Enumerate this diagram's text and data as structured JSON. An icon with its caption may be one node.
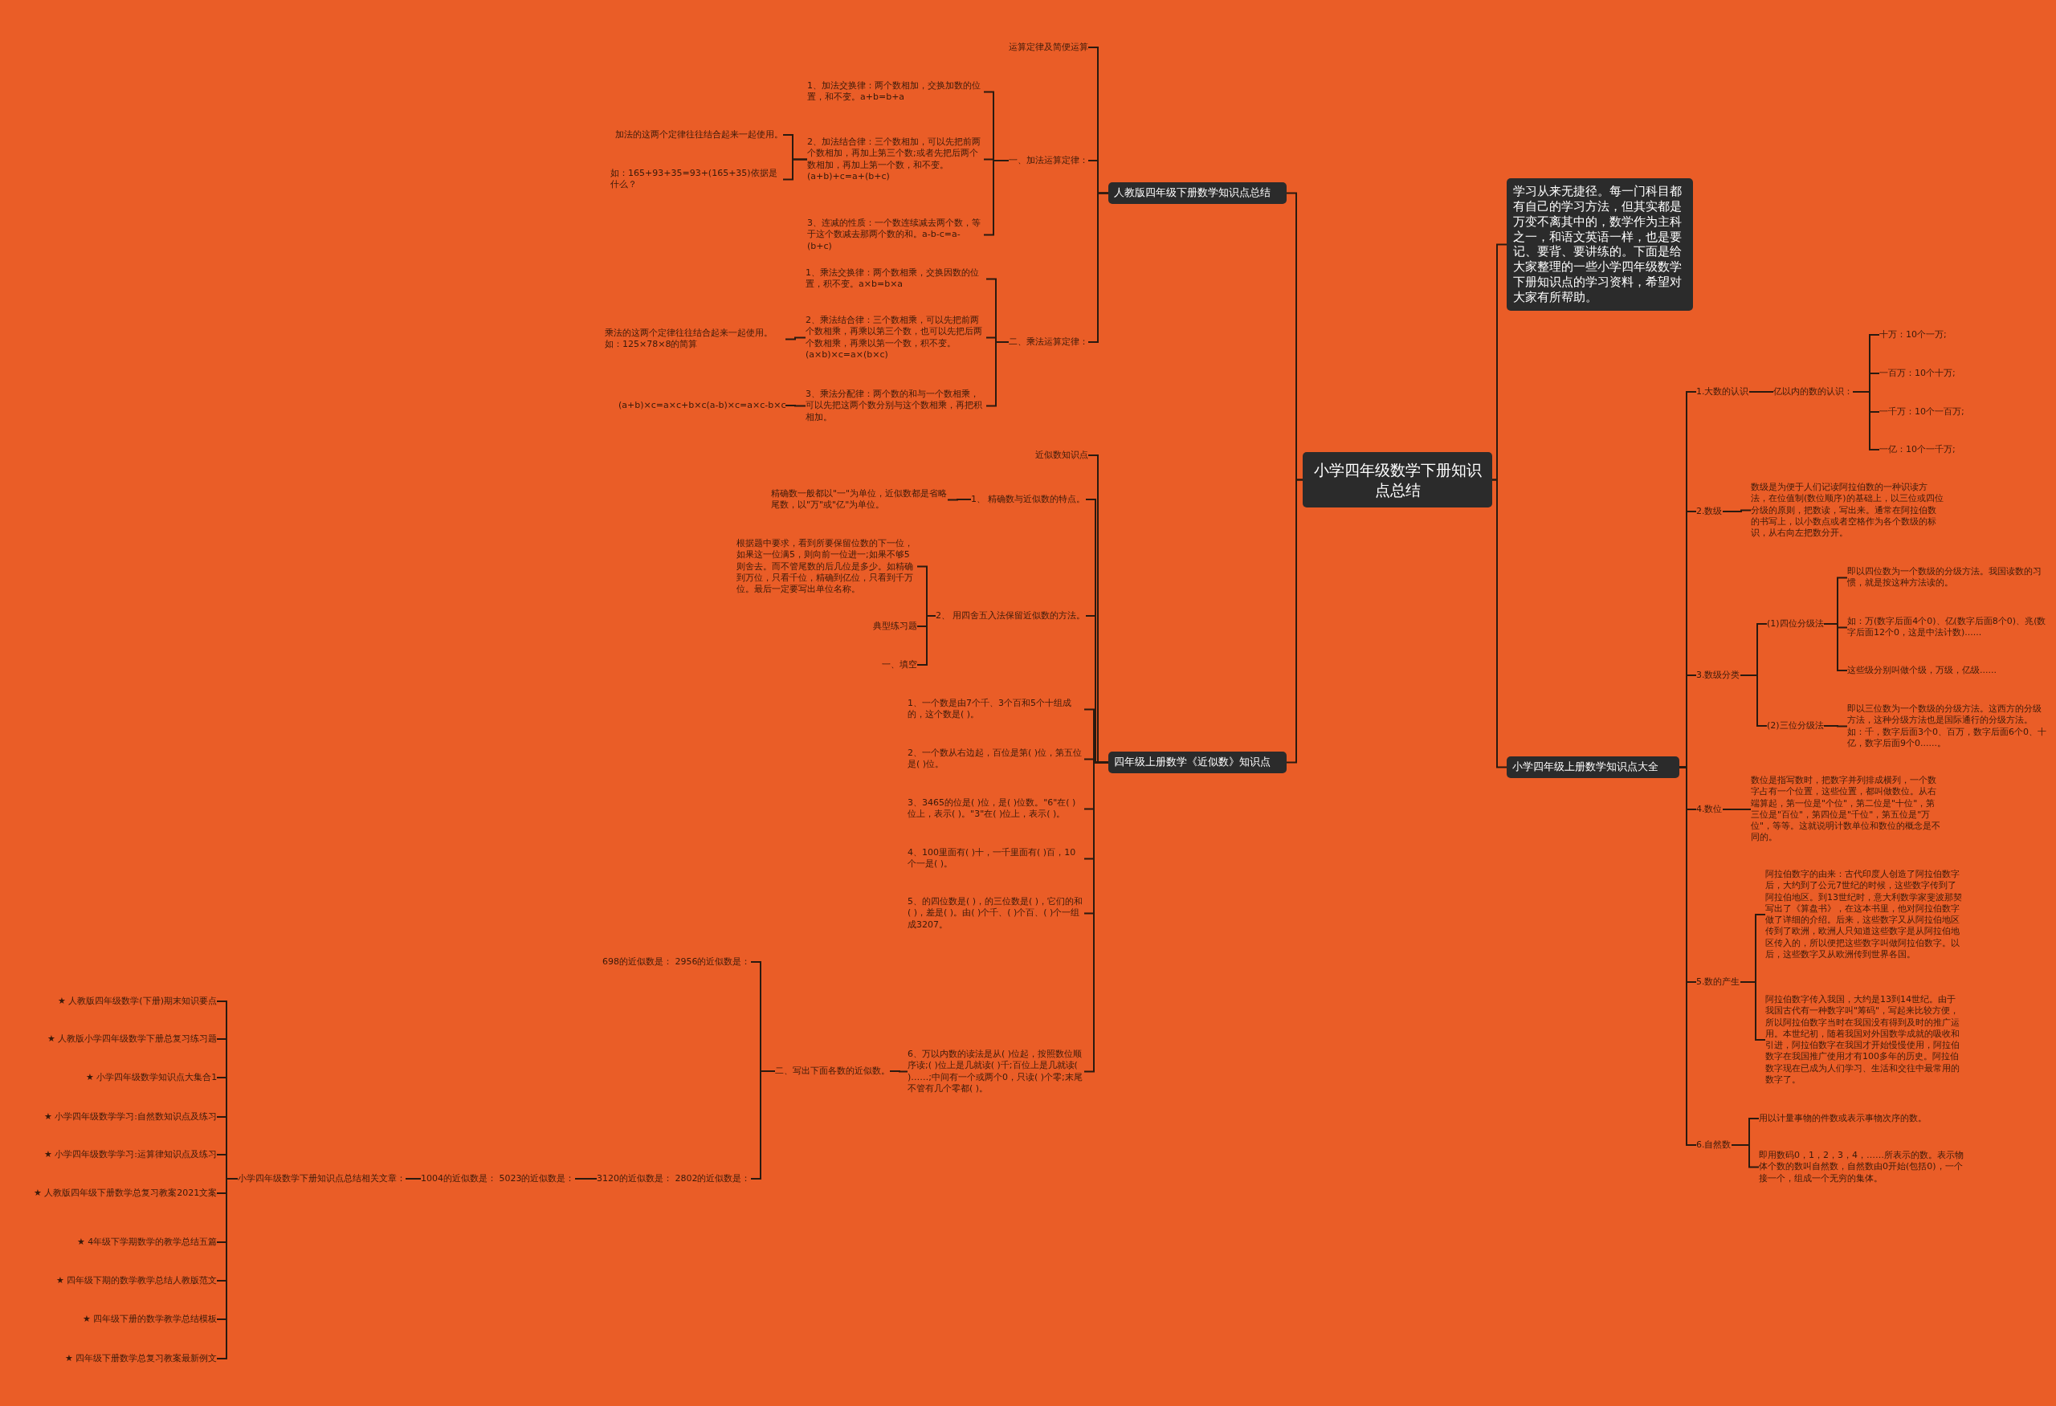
{
  "diagram": {
    "nodes": [
      {
        "text": [
          "小学四年级数学下册知识点总结"
        ]
      },
      {
        "text": [
          "学习从来无捷径。每一门科目都有自己的学习方法，但其实都是万变不离其中的，数学作为主科之一，和语文英语一样，也是要记、要背、要讲练的。下面是给大家整理的一些小学四年级数学下册知识点的学习资料，希望对大家有所帮助。"
        ]
      },
      {
        "text": [
          "小学四年级上册数学知识点大全"
        ]
      },
      {
        "text": [
          "1.大数的认识"
        ]
      },
      {
        "text": [
          "亿以内的数的认识："
        ]
      },
      {
        "text": [
          "十万：10个一万;"
        ]
      },
      {
        "text": [
          "一百万：10个十万;"
        ]
      },
      {
        "text": [
          "一千万：10个一百万;"
        ]
      },
      {
        "text": [
          "一亿：10个一千万;"
        ]
      },
      {
        "text": [
          "2.数级"
        ]
      },
      {
        "text": [
          "数级是为便于人们记读阿拉伯数的一种识读方法，在位值制(数位顺序)的基础上，以三位或四位分级的原则，把数读，写出来。通常在阿拉伯数的书写上，以小数点或者空格作为各个数级的标识，从右向左把数分开。"
        ]
      },
      {
        "text": [
          "3.数级分类"
        ]
      },
      {
        "text": [
          "(1)四位分级法"
        ]
      },
      {
        "text": [
          "即以四位数为一个数级的分级方法。我国读数的习惯，就是按这种方法读的。"
        ]
      },
      {
        "text": [
          "如：万(数字后面4个0)、亿(数字后面8个0)、兆(数字后面12个0，这是中法计数)......"
        ]
      },
      {
        "text": [
          "这些级分别叫做个级，万级，亿级......"
        ]
      },
      {
        "text": [
          "(2)三位分级法"
        ]
      },
      {
        "text": [
          "即以三位数为一个数级的分级方法。这西方的分级方法，这种分级方法也是国际通行的分级方法。如：千，数字后面3个0、百万，数字后面6个0、十亿，数字后面9个0......。"
        ]
      },
      {
        "text": [
          "4.数位"
        ]
      },
      {
        "text": [
          "数位是指写数时，把数字并列排成横列，一个数字占有一个位置，这些位置，都叫做数位。从右端算起，第一位是\"个位\"，第二位是\"十位\"，第三位是\"百位\"，第四位是\"千位\"，第五位是\"万位\"，等等。这就说明计数单位和数位的概念是不同的。"
        ]
      },
      {
        "text": [
          "5.数的产生"
        ]
      },
      {
        "text": [
          "阿拉伯数字的由来：古代印度人创造了阿拉伯数字后，大约到了公元7世纪的时候，这些数字传到了阿拉伯地区。到13世纪时，意大利数学家斐波那契写出了《算盘书》，在这本书里，他对阿拉伯数字做了详细的介绍。后来，这些数字又从阿拉伯地区传到了欧洲，欧洲人只知道这些数字是从阿拉伯地区传入的，所以便把这些数字叫做阿拉伯数字。以后，这些数字又从欧洲传到世界各国。"
        ]
      },
      {
        "text": [
          "阿拉伯数字传入我国，大约是13到14世纪。由于我国古代有一种数字叫\"筹码\"，写起来比较方便，所以阿拉伯数字当时在我国没有得到及时的推广运用。本世纪初，随着我国对外国数学成就的吸收和引进，阿拉伯数字在我国才开始慢慢使用，阿拉伯数字在我国推广使用才有100多年的历史。阿拉伯数字现在已成为人们学习、生活和交往中最常用的数字了。"
        ]
      },
      {
        "text": [
          "6.自然数"
        ]
      },
      {
        "text": [
          "用以计量事物的件数或表示事物次序的数。"
        ]
      },
      {
        "text": [
          "即用数码0，1，2，3，4，……所表示的数。表示物体个数的数叫自然数，自然数由0开始(包括0)，一个接一个，组成一个无穷的集体。"
        ]
      },
      {
        "text": [
          "人教版四年级下册数学知识点总结"
        ]
      },
      {
        "text": [
          "运算定律及简便运算"
        ]
      },
      {
        "text": [
          "一、加法运算定律："
        ]
      },
      {
        "text": [
          "1、加法交换律：两个数相加，交换加数的位置，和不变。a+b=b+a"
        ]
      },
      {
        "text": [
          "2、加法结合律：三个数相加，可以先把前两个数相加，再加上第三个数;或者先把后两个数相加，再加上第一个数，和不变。(a+b)+c=a+(b+c)"
        ]
      },
      {
        "text": [
          "加法的这两个定律往往结合起来一起使用。"
        ]
      },
      {
        "text": [
          "如：165+93+35=93+(165+35)依据是什么？"
        ]
      },
      {
        "text": [
          "3、连减的性质：一个数连续减去两个数，等于这个数减去那两个数的和。a-b-c=a-(b+c)"
        ]
      },
      {
        "text": [
          "二、乘法运算定律："
        ]
      },
      {
        "text": [
          "1、乘法交换律：两个数相乘，交换因数的位置，积不变。a×b=b×a"
        ]
      },
      {
        "text": [
          "2、乘法结合律：三个数相乘，可以先把前两个数相乘，再乘以第三个数，也可以先把后两个数相乘，再乘以第一个数，积不变。(a×b)×c=a×(b×c)"
        ]
      },
      {
        "text": [
          "乘法的这两个定律往往结合起来一起使用。如：125×78×8的简算"
        ]
      },
      {
        "text": [
          "3、乘法分配律：两个数的和与一个数相乘，可以先把这两个数分别与这个数相乘，再把积相加。"
        ]
      },
      {
        "text": [
          "(a+b)×c=a×c+b×c(a-b)×c=a×c-b×c"
        ]
      },
      {
        "text": [
          "四年级上册数学《近似数》知识点"
        ]
      },
      {
        "text": [
          "近似数知识点"
        ]
      },
      {
        "text": [
          "1、 精确数与近似数的特点。"
        ]
      },
      {
        "text": [
          "精确数一般都以\"一\"为单位，近似数都是省略尾数，以\"万\"或\"亿\"为单位。"
        ]
      },
      {
        "text": [
          "2、 用四舍五入法保留近似数的方法。"
        ]
      },
      {
        "text": [
          "根据题中要求，看到所要保留位数的下一位，如果这一位满5，则向前一位进一;如果不够5则舍去。而不管尾数的后几位是多少。如精确到万位，只看千位，精确到亿位，只看到千万位。最后一定要写出单位名称。"
        ]
      },
      {
        "text": [
          "典型练习题"
        ]
      },
      {
        "text": [
          "一、填空"
        ]
      },
      {
        "text": [
          "1、一个数是由7个千、3个百和5个十组成的，这个数是( )。"
        ]
      },
      {
        "text": [
          "2、一个数从右边起，百位是第( )位，第五位是( )位。"
        ]
      },
      {
        "text": [
          "3、3465的位是( )位，是( )位数。\"6\"在( )位上，表示( )。\"3\"在( )位上，表示( )。"
        ]
      },
      {
        "text": [
          "4、100里面有( )十，一千里面有( )百，10个一是( )。"
        ]
      },
      {
        "text": [
          "5、的四位数是( )，的三位数是( )，它们的和( )，差是( )。由( )个千、( )个百、( )个一组成3207。"
        ]
      },
      {
        "text": [
          "6、万以内数的读法是从( )位起，按照数位顺序读;( )位上是几就读( )千;百位上是几就读( )……;中间有一个或两个0，只读( )个零;末尾不管有几个零都( )。"
        ]
      },
      {
        "text": [
          "二、写出下面各数的近似数。"
        ]
      },
      {
        "text": [
          "698的近似数是： 2956的近似数是："
        ]
      },
      {
        "text": [
          "3120的近似数是： 2802的近似数是："
        ]
      },
      {
        "text": [
          "1004的近似数是： 5023的近似数是："
        ]
      },
      {
        "text": [
          "小学四年级数学下册知识点总结相关文章："
        ]
      },
      {
        "text": [
          "★ 人教版四年级数学(下册)期末知识要点"
        ]
      },
      {
        "text": [
          "★ 人教版小学四年级数学下册总复习练习题"
        ]
      },
      {
        "text": [
          "★ 小学四年级数学知识点大集合1"
        ]
      },
      {
        "text": [
          "★ 小学四年级数学学习:自然数知识点及练习"
        ]
      },
      {
        "text": [
          "★ 小学四年级数学学习:运算律知识点及练习"
        ]
      },
      {
        "text": [
          "★ 人教版四年级下册数学总复习教案2021文案"
        ]
      },
      {
        "text": [
          "★ 4年级下学期数学的教学总结五篇"
        ]
      },
      {
        "text": [
          "★ 四年级下期的数学教学总结人教版范文"
        ]
      },
      {
        "text": [
          "★ 四年级下册的数学教学总结模板"
        ]
      },
      {
        "text": [
          "★ 四年级下册数学总复习教案最新例文"
        ]
      }
    ],
    "edges": [
      {
        "from": 0,
        "to": 1,
        "arrow": "none"
      },
      {
        "from": 0,
        "to": 2,
        "arrow": "none"
      },
      {
        "from": 2,
        "to": 3,
        "arrow": "none"
      },
      {
        "from": 3,
        "to": 4,
        "arrow": "none"
      },
      {
        "from": 4,
        "to": 5,
        "arrow": "none"
      },
      {
        "from": 4,
        "to": 6,
        "arrow": "none"
      },
      {
        "from": 4,
        "to": 7,
        "arrow": "none"
      },
      {
        "from": 4,
        "to": 8,
        "arrow": "none"
      },
      {
        "from": 2,
        "to": 9,
        "arrow": "none"
      },
      {
        "from": 9,
        "to": 10,
        "arrow": "none"
      },
      {
        "from": 2,
        "to": 11,
        "arrow": "none"
      },
      {
        "from": 11,
        "to": 12,
        "arrow": "none"
      },
      {
        "from": 12,
        "to": 13,
        "arrow": "none"
      },
      {
        "from": 12,
        "to": 14,
        "arrow": "none"
      },
      {
        "from": 12,
        "to": 15,
        "arrow": "none"
      },
      {
        "from": 11,
        "to": 16,
        "arrow": "none"
      },
      {
        "from": 16,
        "to": 17,
        "arrow": "none"
      },
      {
        "from": 2,
        "to": 18,
        "arrow": "none"
      },
      {
        "from": 18,
        "to": 19,
        "arrow": "none"
      },
      {
        "from": 2,
        "to": 20,
        "arrow": "none"
      },
      {
        "from": 20,
        "to": 21,
        "arrow": "none"
      },
      {
        "from": 20,
        "to": 22,
        "arrow": "none"
      },
      {
        "from": 2,
        "to": 23,
        "arrow": "none"
      },
      {
        "from": 23,
        "to": 24,
        "arrow": "none"
      },
      {
        "from": 23,
        "to": 25,
        "arrow": "none"
      },
      {
        "from": 0,
        "to": 26,
        "arrow": "none"
      },
      {
        "from": 26,
        "to": 27,
        "arrow": "none"
      },
      {
        "from": 26,
        "to": 28,
        "arrow": "none"
      },
      {
        "from": 28,
        "to": 29,
        "arrow": "none"
      },
      {
        "from": 28,
        "to": 30,
        "arrow": "none"
      },
      {
        "from": 30,
        "to": 31,
        "arrow": "none"
      },
      {
        "from": 30,
        "to": 32,
        "arrow": "none"
      },
      {
        "from": 28,
        "to": 33,
        "arrow": "none"
      },
      {
        "from": 26,
        "to": 34,
        "arrow": "none"
      },
      {
        "from": 34,
        "to": 35,
        "arrow": "none"
      },
      {
        "from": 34,
        "to": 36,
        "arrow": "none"
      },
      {
        "from": 36,
        "to": 37,
        "arrow": "none"
      },
      {
        "from": 34,
        "to": 38,
        "arrow": "none"
      },
      {
        "from": 38,
        "to": 39,
        "arrow": "none"
      },
      {
        "from": 0,
        "to": 40,
        "arrow": "none"
      },
      {
        "from": 40,
        "to": 41,
        "arrow": "none"
      },
      {
        "from": 40,
        "to": 42,
        "arrow": "none"
      },
      {
        "from": 42,
        "to": 43,
        "arrow": "none"
      },
      {
        "from": 40,
        "to": 44,
        "arrow": "none"
      },
      {
        "from": 44,
        "to": 45,
        "arrow": "none"
      },
      {
        "from": 44,
        "to": 46,
        "arrow": "none"
      },
      {
        "from": 44,
        "to": 47,
        "arrow": "none"
      },
      {
        "from": 40,
        "to": 48,
        "arrow": "none"
      },
      {
        "from": 40,
        "to": 49,
        "arrow": "none"
      },
      {
        "from": 40,
        "to": 50,
        "arrow": "none"
      },
      {
        "from": 40,
        "to": 51,
        "arrow": "none"
      },
      {
        "from": 40,
        "to": 52,
        "arrow": "none"
      },
      {
        "from": 40,
        "to": 53,
        "arrow": "none"
      },
      {
        "from": 53,
        "to": 54,
        "arrow": "none"
      },
      {
        "from": 54,
        "to": 55,
        "arrow": "none"
      },
      {
        "from": 54,
        "to": 56,
        "arrow": "none"
      },
      {
        "from": 56,
        "to": 57,
        "arrow": "none"
      },
      {
        "from": 57,
        "to": 58,
        "arrow": "none"
      },
      {
        "from": 58,
        "to": 59,
        "arrow": "none"
      },
      {
        "from": 58,
        "to": 60,
        "arrow": "none"
      },
      {
        "from": 58,
        "to": 61,
        "arrow": "none"
      },
      {
        "from": 58,
        "to": 62,
        "arrow": "none"
      },
      {
        "from": 58,
        "to": 63,
        "arrow": "none"
      },
      {
        "from": 58,
        "to": 64,
        "arrow": "none"
      },
      {
        "from": 58,
        "to": 65,
        "arrow": "none"
      },
      {
        "from": 58,
        "to": 66,
        "arrow": "none"
      },
      {
        "from": 58,
        "to": 67,
        "arrow": "none"
      },
      {
        "from": 58,
        "to": 68,
        "arrow": "none"
      }
    ]
  }
}
